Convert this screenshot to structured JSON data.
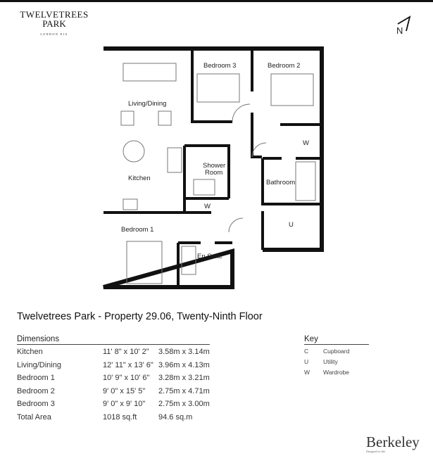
{
  "logo": {
    "line1": "TWELVETREES",
    "line2": "PARK",
    "line3": "LONDON E16"
  },
  "north_label": "N",
  "plan": {
    "rooms": {
      "living": "Living/Dining",
      "kitchen": "Kitchen",
      "bedroom3": "Bedroom 3",
      "bedroom2": "Bedroom 2",
      "wardrobe2": "W",
      "shower1": "Shower",
      "shower2": "Room",
      "wardrobe1": "W",
      "bathroom": "Bathroom",
      "utility": "U",
      "bedroom1": "Bedroom 1",
      "ensuite": "En Suite"
    }
  },
  "title": "Twelvetrees Park - Property 29.06, Twenty-Ninth Floor",
  "dimensions": {
    "header": "Dimensions",
    "rows": [
      {
        "room": "Kitchen",
        "imperial": "11' 8\" x 10' 2\"",
        "metric": "3.58m x 3.14m"
      },
      {
        "room": "Living/Dining",
        "imperial": "12' 11\" x 13' 6\"",
        "metric": "3.96m x 4.13m"
      },
      {
        "room": "Bedroom 1",
        "imperial": "10' 9\" x 10' 6\"",
        "metric": "3.28m x 3.21m"
      },
      {
        "room": "Bedroom 2",
        "imperial": "9' 0\" x 15' 5\"",
        "metric": "2.75m x 4.71m"
      },
      {
        "room": "Bedroom 3",
        "imperial": "9' 0\" x 9' 10\"",
        "metric": "2.75m x 3.00m"
      },
      {
        "room": "Total Area",
        "imperial": "1018 sq.ft",
        "metric": "94.6 sq.m"
      }
    ]
  },
  "key": {
    "header": "Key",
    "items": [
      {
        "code": "C",
        "label": "Cupboard"
      },
      {
        "code": "U",
        "label": "Utility"
      },
      {
        "code": "W",
        "label": "Wardrobe"
      }
    ]
  },
  "brand": {
    "name": "Berkeley",
    "tagline": "Designed for life"
  }
}
